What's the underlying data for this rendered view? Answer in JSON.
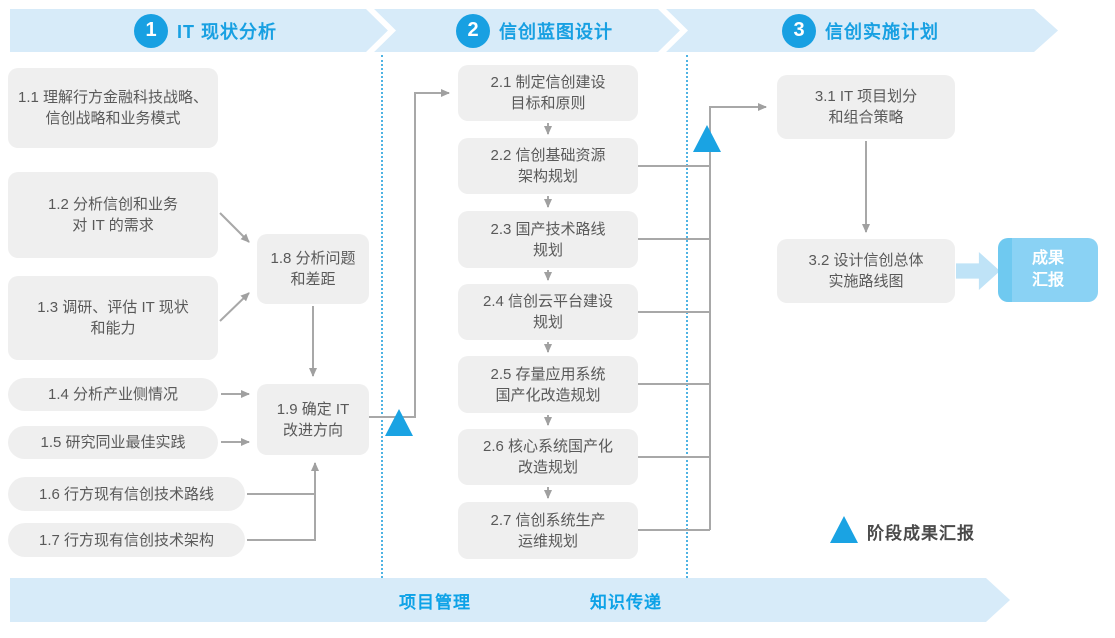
{
  "colors": {
    "band_blue": "#d7ebf9",
    "accent_blue": "#18a0e2",
    "box_gray": "#efefef",
    "box_text": "#595959",
    "connector_gray": "#a0a0a0",
    "milestone_triangle": "#1aa3e3",
    "result_box_bg": "#8ad2f4",
    "result_box_stripe": "#6fc9f0",
    "result_text": "#ffffff",
    "bottom_label_blue": "#0da2e7",
    "legend_text": "#4a4a4a"
  },
  "phases": [
    {
      "number": "1",
      "title": "IT 现状分析",
      "boxes": [
        {
          "id": "1.1",
          "label": "1.1 理解行方金融科技战略、\n信创战略和业务模式"
        },
        {
          "id": "1.2",
          "label": "1.2 分析信创和业务\n对 IT 的需求"
        },
        {
          "id": "1.3",
          "label": "1.3 调研、评估 IT 现状\n和能力"
        },
        {
          "id": "1.4",
          "label": "1.4 分析产业侧情况"
        },
        {
          "id": "1.5",
          "label": "1.5 研究同业最佳实践"
        },
        {
          "id": "1.6",
          "label": "1.6 行方现有信创技术路线"
        },
        {
          "id": "1.7",
          "label": "1.7 行方现有信创技术架构"
        },
        {
          "id": "1.8",
          "label": "1.8 分析问题\n和差距"
        },
        {
          "id": "1.9",
          "label": "1.9 确定 IT\n改进方向"
        }
      ]
    },
    {
      "number": "2",
      "title": "信创蓝图设计",
      "boxes": [
        {
          "id": "2.1",
          "label": "2.1 制定信创建设\n目标和原则"
        },
        {
          "id": "2.2",
          "label": "2.2 信创基础资源\n架构规划"
        },
        {
          "id": "2.3",
          "label": "2.3 国产技术路线\n规划"
        },
        {
          "id": "2.4",
          "label": "2.4 信创云平台建设\n规划"
        },
        {
          "id": "2.5",
          "label": "2.5 存量应用系统\n国产化改造规划"
        },
        {
          "id": "2.6",
          "label": "2.6 核心系统国产化\n改造规划"
        },
        {
          "id": "2.7",
          "label": "2.7 信创系统生产\n运维规划"
        }
      ]
    },
    {
      "number": "3",
      "title": "信创实施计划",
      "boxes": [
        {
          "id": "3.1",
          "label": "3.1 IT 项目划分\n和组合策略"
        },
        {
          "id": "3.2",
          "label": "3.2 设计信创总体\n实施路线图"
        }
      ]
    }
  ],
  "result_box": {
    "label": "成果\n汇报"
  },
  "legend": {
    "label": "阶段成果汇报"
  },
  "bottom_banner": {
    "labels": [
      "项目管理",
      "知识传递"
    ]
  }
}
